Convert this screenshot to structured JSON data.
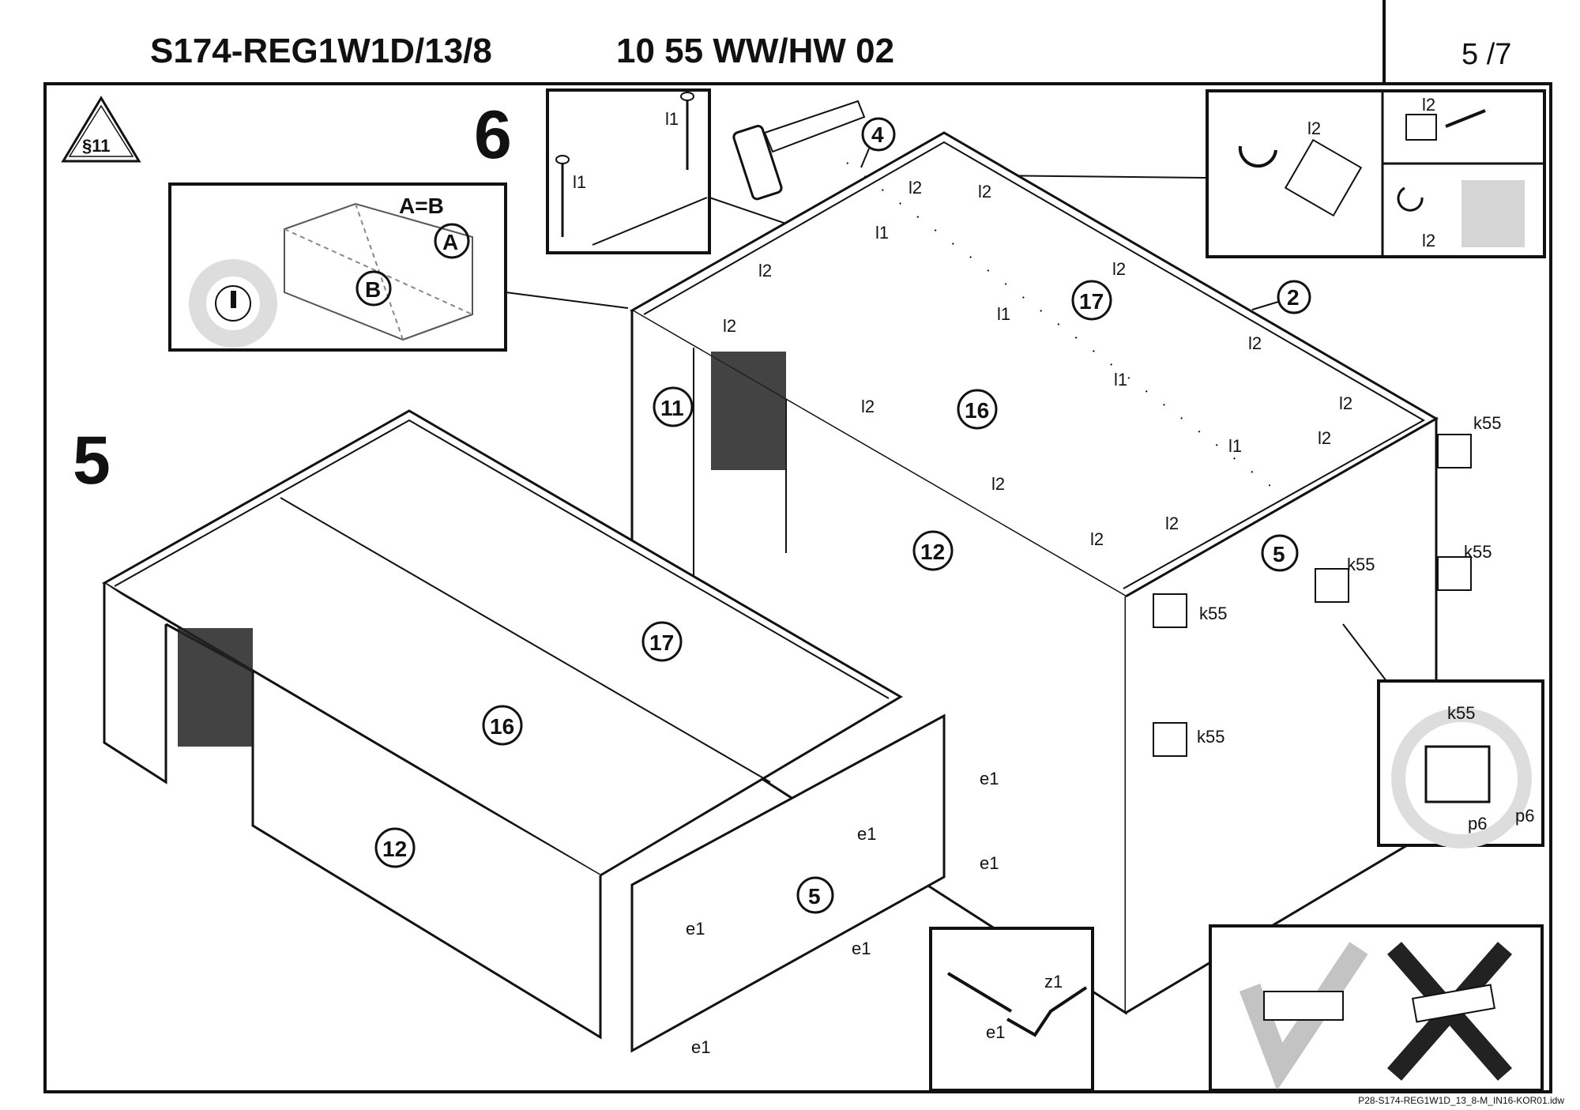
{
  "header": {
    "product_code": "S174-REG1W1D/13/8",
    "sub_code": "10 55 WW/HW 02",
    "page": "5 /7"
  },
  "warning_badge": "§11",
  "steps": {
    "step5": "5",
    "step6": "6"
  },
  "callouts": {
    "ab_rule": "A=B",
    "a": "A",
    "b": "B"
  },
  "parts": {
    "p17": "17",
    "p16": "16",
    "p12": "12",
    "p11": "11",
    "p5": "5",
    "p4": "4",
    "p2": "2"
  },
  "hardware": {
    "l1": "l1",
    "l2": "l2",
    "k55": "k55",
    "e1": "e1",
    "p6": "p6",
    "z1": "z1"
  },
  "footer": "P28-S174-REG1W1D_13_8-M_IN16-KOR01.idw"
}
